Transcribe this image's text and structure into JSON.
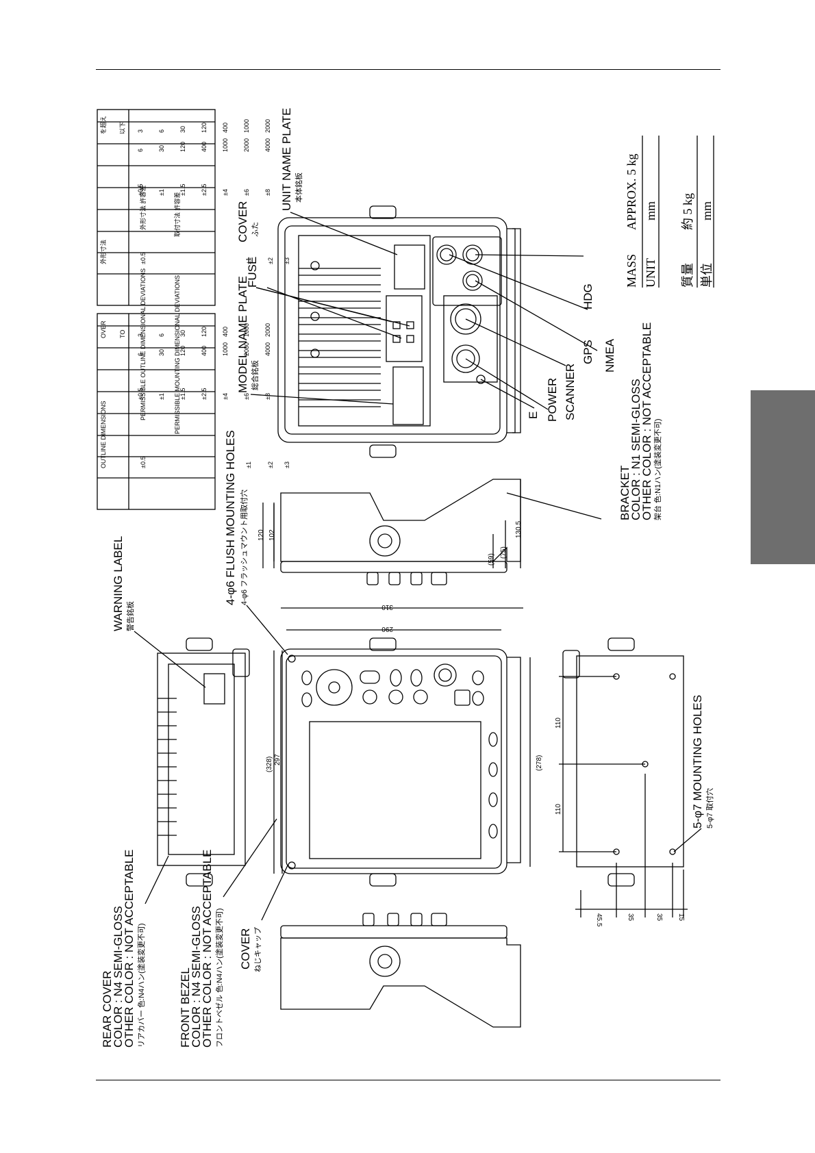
{
  "labels": {
    "warning_label": "WARNING LABEL",
    "warning_label_jp": "警告銘板",
    "flush_mounting_holes": "4-φ6 FLUSH MOUNTING HOLES",
    "flush_mounting_holes_jp": "4-φ6 フラッシュマウント用取付穴",
    "model_name_plate": "MODEL NAME PLATE",
    "model_name_plate_jp": "総合銘板",
    "fuse": "FUSE",
    "cover_top": "COVER",
    "cover_top_jp": "ふた",
    "unit_name_plate": "UNIT NAME PLATE",
    "unit_name_plate_jp": "本体銘板",
    "hdg": "HDG",
    "gps": "GPS",
    "nmea": "NMEA",
    "scanner": "SCANNER",
    "power": "POWER",
    "e": "E",
    "bracket": [
      "BRACKET",
      "COLOR : N1 SEMI-GLOSS",
      "OTHER COLOR : NOT ACCEPTABLE"
    ],
    "bracket_jp": "架台 色:N1ハン(塗装変更不可)",
    "mounting_holes": "5-φ7 MOUNTING HOLES",
    "mounting_holes_jp": "5-φ7 取付穴",
    "rear_cover": [
      "REAR COVER",
      "COLOR : N4 SEMI-GLOSS",
      "OTHER COLOR : NOT ACCEPTABLE"
    ],
    "rear_cover_jp": "リアカバー 色:N4ハン(塗装変更不可)",
    "front_bezel": [
      "FRONT BEZEL",
      "COLOR : N4 SEMI-GLOSS",
      "OTHER COLOR : NOT ACCEPTABLE"
    ],
    "front_bezel_jp": "フロントベゼル 色:N4ハン(塗装変更不可)",
    "cover_bottom": "COVER",
    "cover_bottom_jp": "ねじキャップ"
  },
  "dimensions": {
    "d310": "310",
    "d290": "290",
    "d120": "120",
    "d102": "102",
    "d59": "(59)",
    "d75": "(75)",
    "d130_5": "130.5",
    "d328": "(328)",
    "d297": "297",
    "d278": "(278)",
    "d110a": "110",
    "d110b": "110",
    "d45_5": "45.5",
    "d35a": "35",
    "d35b": "35",
    "d15": "15"
  },
  "mass": {
    "mass_label": "MASS",
    "mass_value": "APPROX.  5  kg",
    "unit_label": "UNIT",
    "unit_value": "mm",
    "mass_label_jp": "質量",
    "mass_value_jp": "約  5  kg",
    "unit_label_jp": "単位",
    "unit_value_jp": "mm"
  },
  "tolerance_en": {
    "header_outline": "OUTLINE DIMENSIONS",
    "header_over": "OVER",
    "header_to": "TO",
    "header_outline_dev": "PERMISSIBLE OUTLINE DIMENSIONAL DEVIATIONS",
    "header_mount_dev": "PERMISSIBLE MOUNTING DIMENSIONAL DEVIATIONS",
    "rows": [
      {
        "over": "3",
        "to": "6",
        "outline": "±0.5"
      },
      {
        "over": "6",
        "to": "30",
        "outline": "±1"
      },
      {
        "over": "30",
        "to": "120",
        "outline": "±1.5"
      },
      {
        "over": "120",
        "to": "400",
        "outline": "±2.5"
      },
      {
        "over": "400",
        "to": "1000",
        "outline": "±4"
      },
      {
        "over": "1000",
        "to": "2000",
        "outline": "±6"
      },
      {
        "over": "2000",
        "to": "4000",
        "outline": "±8"
      }
    ],
    "mount": [
      "±0.5",
      "±1",
      "±2",
      "±3"
    ]
  },
  "tolerance_jp": {
    "header_outline": "外形寸法",
    "header_over": "を超え",
    "header_to": "以下",
    "header_outline_dev": "外形寸法 許容差",
    "header_mount_dev": "取付寸法 許容差",
    "rows": [
      {
        "over": "3",
        "to": "6",
        "outline": "±0.5"
      },
      {
        "over": "6",
        "to": "30",
        "outline": "±1"
      },
      {
        "over": "30",
        "to": "120",
        "outline": "±1.5"
      },
      {
        "over": "120",
        "to": "400",
        "outline": "±2.5"
      },
      {
        "over": "400",
        "to": "1000",
        "outline": "±4"
      },
      {
        "over": "1000",
        "to": "2000",
        "outline": "±6"
      },
      {
        "over": "2000",
        "to": "4000",
        "outline": "±8"
      }
    ],
    "mount": [
      "±0.5",
      "±1",
      "±2",
      "±3"
    ]
  }
}
